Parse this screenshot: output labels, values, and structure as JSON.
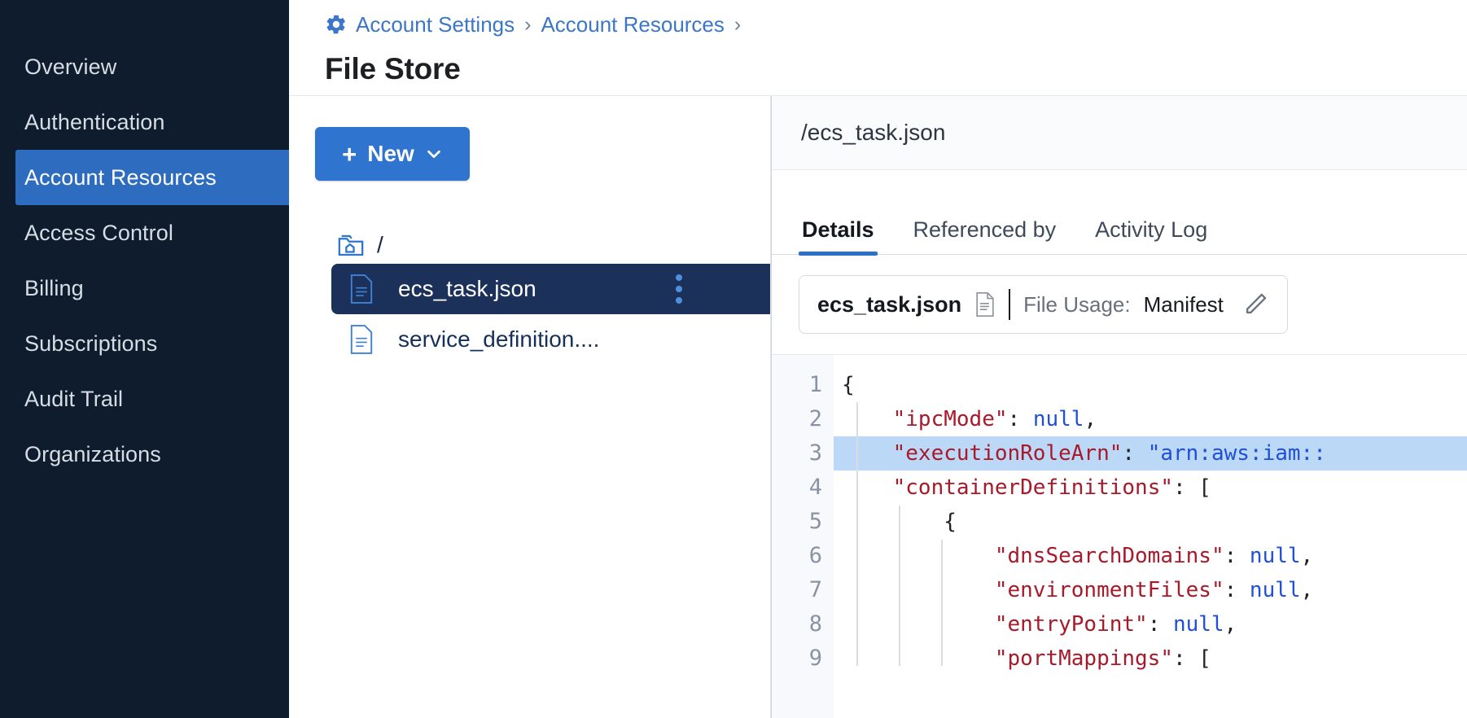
{
  "sidebar": {
    "items": [
      {
        "label": "Overview",
        "active": false
      },
      {
        "label": "Authentication",
        "active": false
      },
      {
        "label": "Account Resources",
        "active": true
      },
      {
        "label": "Access Control",
        "active": false
      },
      {
        "label": "Billing",
        "active": false
      },
      {
        "label": "Subscriptions",
        "active": false
      },
      {
        "label": "Audit Trail",
        "active": false
      },
      {
        "label": "Organizations",
        "active": false
      }
    ],
    "active_bg": "#2e6cc0",
    "bg": "#0e1c2d"
  },
  "header": {
    "gear_icon": "gear-icon",
    "breadcrumb": [
      {
        "label": "Account Settings"
      },
      {
        "label": "Account Resources"
      }
    ],
    "separator": "›",
    "title": "File Store",
    "link_color": "#3b76c9"
  },
  "tree": {
    "new_button": {
      "label": "New",
      "plus": "+",
      "caret": "chevron-down-icon",
      "color": "#2f74cf"
    },
    "root_label": "/",
    "root_icon": "home-folder-icon",
    "files": [
      {
        "name": "ecs_task.json",
        "icon": "json-file-icon",
        "selected": true,
        "kebab": "kebab-menu-icon"
      },
      {
        "name": "service_definition....",
        "icon": "json-file-icon",
        "selected": false
      }
    ],
    "selected_bg": "#1b3159"
  },
  "details": {
    "path": "/ecs_task.json",
    "tabs": [
      {
        "label": "Details",
        "active": true
      },
      {
        "label": "Referenced by",
        "active": false
      },
      {
        "label": "Activity Log",
        "active": false
      }
    ],
    "usage_card": {
      "file_name": "ecs_task.json",
      "file_icon": "document-icon",
      "usage_label": "File Usage:",
      "usage_value": "Manifest",
      "edit_icon": "pencil-icon"
    },
    "editor": {
      "highlight_line": 3,
      "line_numbers": [
        "1",
        "2",
        "3",
        "4",
        "5",
        "6",
        "7",
        "8",
        "9"
      ],
      "lines": [
        [
          {
            "t": "punct",
            "s": "{"
          }
        ],
        [
          {
            "t": "punct",
            "s": "    "
          },
          {
            "t": "key",
            "s": "\"ipcMode\""
          },
          {
            "t": "punct",
            "s": ": "
          },
          {
            "t": "val",
            "s": "null"
          },
          {
            "t": "punct",
            "s": ","
          }
        ],
        [
          {
            "t": "punct",
            "s": "    "
          },
          {
            "t": "key",
            "s": "\"executionRoleArn\""
          },
          {
            "t": "punct",
            "s": ": "
          },
          {
            "t": "val",
            "s": "\"arn:aws:iam::"
          }
        ],
        [
          {
            "t": "punct",
            "s": "    "
          },
          {
            "t": "key",
            "s": "\"containerDefinitions\""
          },
          {
            "t": "punct",
            "s": ": ["
          }
        ],
        [
          {
            "t": "punct",
            "s": "        {"
          }
        ],
        [
          {
            "t": "punct",
            "s": "            "
          },
          {
            "t": "key",
            "s": "\"dnsSearchDomains\""
          },
          {
            "t": "punct",
            "s": ": "
          },
          {
            "t": "val",
            "s": "null"
          },
          {
            "t": "punct",
            "s": ","
          }
        ],
        [
          {
            "t": "punct",
            "s": "            "
          },
          {
            "t": "key",
            "s": "\"environmentFiles\""
          },
          {
            "t": "punct",
            "s": ": "
          },
          {
            "t": "val",
            "s": "null"
          },
          {
            "t": "punct",
            "s": ","
          }
        ],
        [
          {
            "t": "punct",
            "s": "            "
          },
          {
            "t": "key",
            "s": "\"entryPoint\""
          },
          {
            "t": "punct",
            "s": ": "
          },
          {
            "t": "val",
            "s": "null"
          },
          {
            "t": "punct",
            "s": ","
          }
        ],
        [
          {
            "t": "punct",
            "s": "            "
          },
          {
            "t": "key",
            "s": "\"portMappings\""
          },
          {
            "t": "punct",
            "s": ": ["
          }
        ]
      ],
      "highlight_color": "#bcd8f7",
      "key_color": "#a8192a",
      "value_color": "#1f4fd8"
    }
  }
}
